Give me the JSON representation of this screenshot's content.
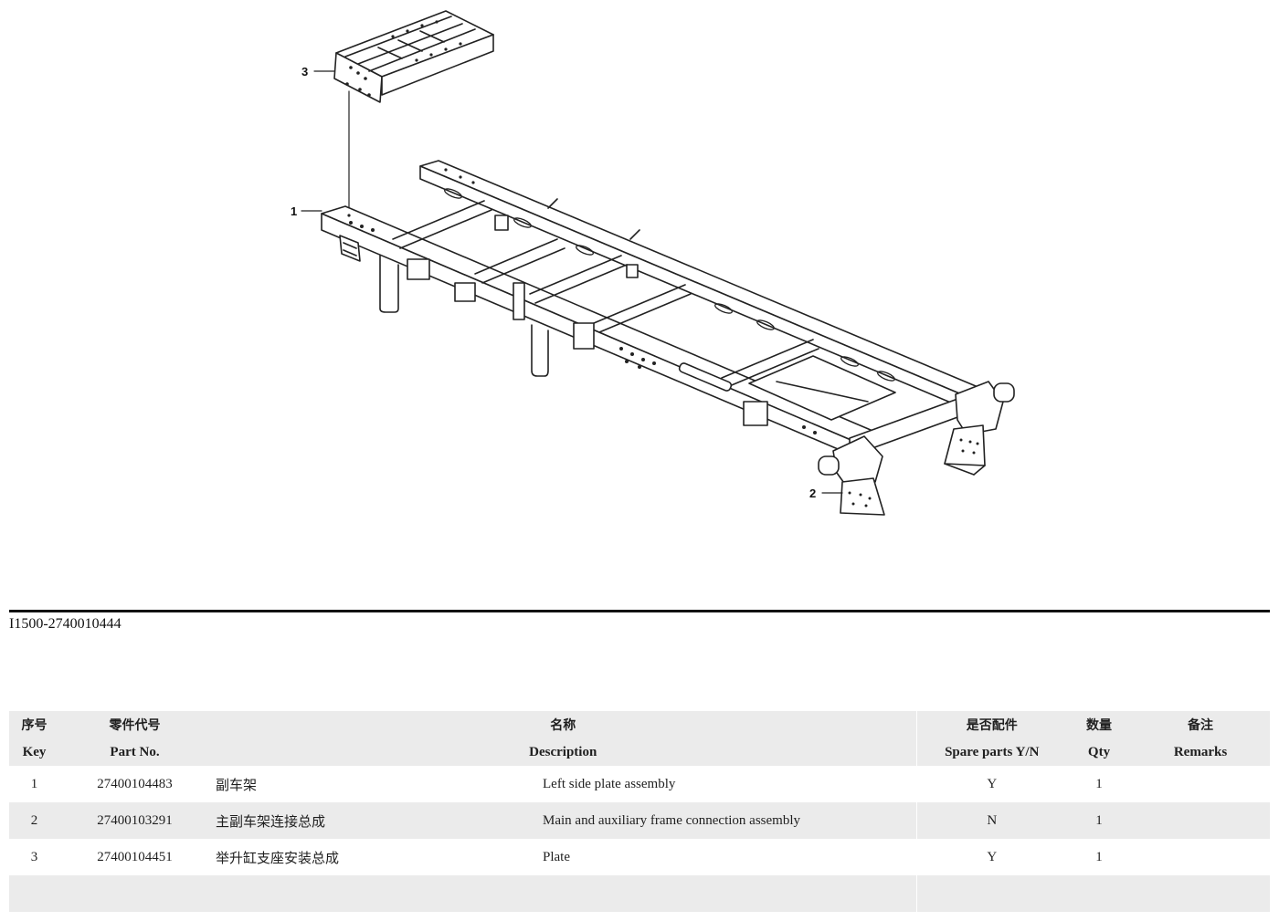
{
  "drawing": {
    "callouts": [
      "1",
      "2",
      "3"
    ]
  },
  "doc_code": "I1500-2740010444",
  "table": {
    "headers_zh": {
      "key": "序号",
      "part": "零件代号",
      "desc": "名称",
      "spare": "是否配件",
      "qty": "数量",
      "remarks": "备注"
    },
    "headers_en": {
      "key": "Key",
      "part": "Part No.",
      "desc": "Description",
      "spare": "Spare parts Y/N",
      "qty": "Qty",
      "remarks": "Remarks"
    },
    "rows": [
      {
        "key": "1",
        "part": "27400104483",
        "name_zh": "副车架",
        "desc": "Left side plate assembly",
        "spare": "Y",
        "qty": "1",
        "remarks": ""
      },
      {
        "key": "2",
        "part": "27400103291",
        "name_zh": "主副车架连接总成",
        "desc": "Main and auxiliary frame connection assembly",
        "spare": "N",
        "qty": "1",
        "remarks": ""
      },
      {
        "key": "3",
        "part": "27400104451",
        "name_zh": "举升缸支座安装总成",
        "desc": "Plate",
        "spare": "Y",
        "qty": "1",
        "remarks": ""
      }
    ]
  }
}
